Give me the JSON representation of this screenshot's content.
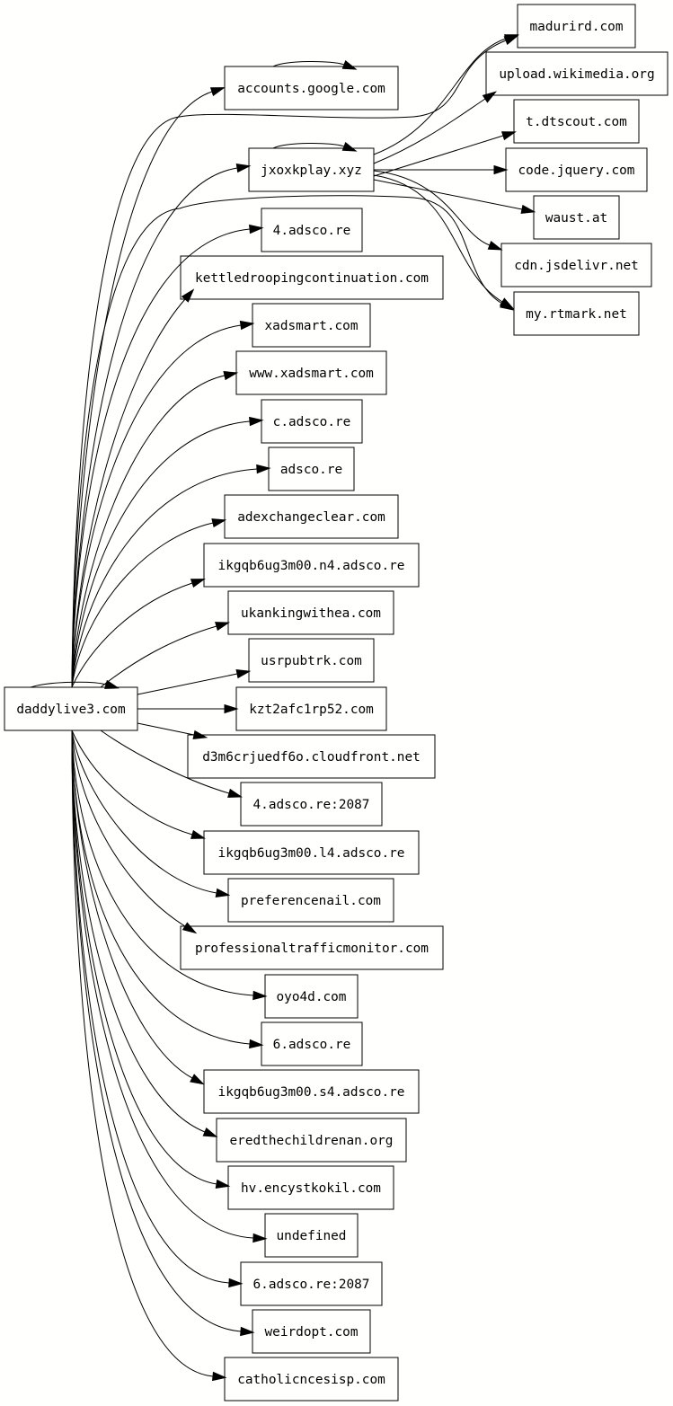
{
  "graph": {
    "nodes": {
      "daddylive3": "daddylive3.com",
      "accounts": "accounts.google.com",
      "jxoxkplay": "jxoxkplay.xyz",
      "adsco4": "4.adsco.re",
      "kettle": "kettledroopingcontinuation.com",
      "xadsmart": "xadsmart.com",
      "wwwxadsmart": "www.xadsmart.com",
      "cadsco": "c.adsco.re",
      "adsco": "adsco.re",
      "adexchange": "adexchangeclear.com",
      "ikgn4": "ikgqb6ug3m00.n4.adsco.re",
      "ukanking": "ukankingwithea.com",
      "usrpub": "usrpubtrk.com",
      "kzt2": "kzt2afc1rp52.com",
      "d3m6": "d3m6crjuedf6o.cloudfront.net",
      "adsco4port": "4.adsco.re:2087",
      "ikgl4": "ikgqb6ug3m00.l4.adsco.re",
      "preference": "preferencenail.com",
      "professional": "professionaltrafficmonitor.com",
      "oyo4d": "oyo4d.com",
      "adsco6": "6.adsco.re",
      "ikgs4": "ikgqb6ug3m00.s4.adsco.re",
      "eredthe": "eredthechildrenan.org",
      "hvency": "hv.encystkokil.com",
      "undefined": "undefined",
      "adsco6port": "6.adsco.re:2087",
      "weirdopt": "weirdopt.com",
      "catholic": "catholicncesisp.com",
      "madurird": "madurird.com",
      "wikimedia": "upload.wikimedia.org",
      "dtscout": "t.dtscout.com",
      "jquery": "code.jquery.com",
      "waust": "waust.at",
      "jsdelivr": "cdn.jsdelivr.net",
      "rtmark": "my.rtmark.net"
    },
    "edges": [
      [
        "daddylive3",
        "daddylive3"
      ],
      [
        "daddylive3",
        "accounts"
      ],
      [
        "daddylive3",
        "jxoxkplay"
      ],
      [
        "daddylive3",
        "adsco4"
      ],
      [
        "daddylive3",
        "kettle"
      ],
      [
        "daddylive3",
        "xadsmart"
      ],
      [
        "daddylive3",
        "wwwxadsmart"
      ],
      [
        "daddylive3",
        "cadsco"
      ],
      [
        "daddylive3",
        "adsco"
      ],
      [
        "daddylive3",
        "adexchange"
      ],
      [
        "daddylive3",
        "ikgn4"
      ],
      [
        "daddylive3",
        "ukanking"
      ],
      [
        "daddylive3",
        "usrpub"
      ],
      [
        "daddylive3",
        "kzt2"
      ],
      [
        "daddylive3",
        "d3m6"
      ],
      [
        "daddylive3",
        "adsco4port"
      ],
      [
        "daddylive3",
        "ikgl4"
      ],
      [
        "daddylive3",
        "preference"
      ],
      [
        "daddylive3",
        "professional"
      ],
      [
        "daddylive3",
        "oyo4d"
      ],
      [
        "daddylive3",
        "adsco6"
      ],
      [
        "daddylive3",
        "ikgs4"
      ],
      [
        "daddylive3",
        "eredthe"
      ],
      [
        "daddylive3",
        "hvency"
      ],
      [
        "daddylive3",
        "undefined"
      ],
      [
        "daddylive3",
        "adsco6port"
      ],
      [
        "daddylive3",
        "weirdopt"
      ],
      [
        "daddylive3",
        "catholic"
      ],
      [
        "daddylive3",
        "madurird"
      ],
      [
        "daddylive3",
        "rtmark"
      ],
      [
        "accounts",
        "accounts"
      ],
      [
        "jxoxkplay",
        "jxoxkplay"
      ],
      [
        "jxoxkplay",
        "madurird"
      ],
      [
        "jxoxkplay",
        "wikimedia"
      ],
      [
        "jxoxkplay",
        "dtscout"
      ],
      [
        "jxoxkplay",
        "jquery"
      ],
      [
        "jxoxkplay",
        "waust"
      ],
      [
        "jxoxkplay",
        "jsdelivr"
      ],
      [
        "jxoxkplay",
        "rtmark"
      ]
    ]
  }
}
